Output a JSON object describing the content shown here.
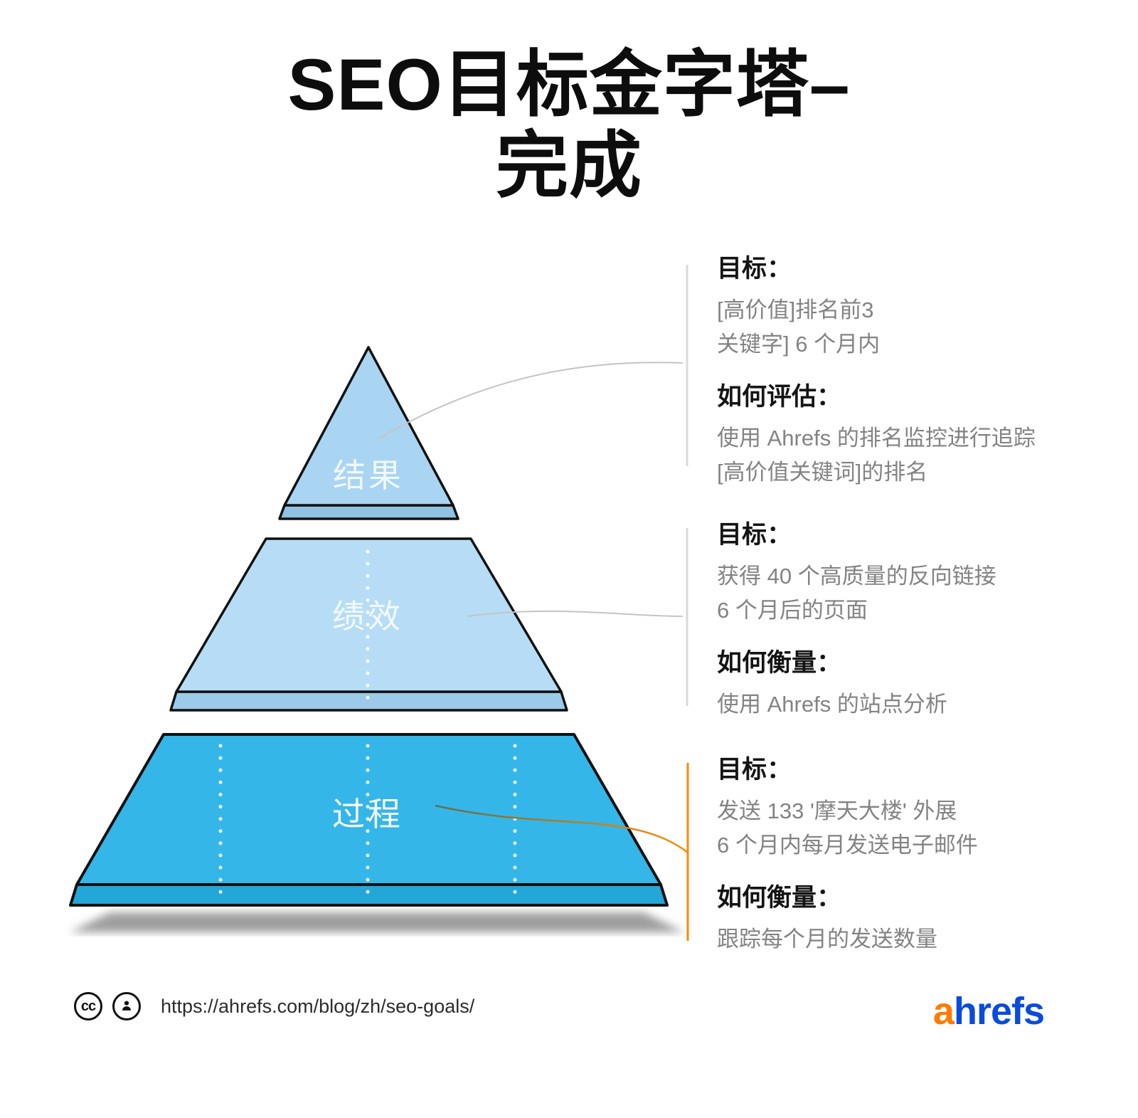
{
  "title": {
    "line1": "SEO目标金字塔–",
    "line2": "完成"
  },
  "pyramid": {
    "tiers": [
      {
        "label": "结果"
      },
      {
        "label": "绩效"
      },
      {
        "label": "过程"
      }
    ]
  },
  "annotations": [
    {
      "goal_label": "目标：",
      "goal_lines": [
        "[高价值]排名前3",
        "关键字] 6 个月内"
      ],
      "measure_label": "如何评估：",
      "measure_lines": [
        "使用 Ahrefs 的排名监控进行追踪",
        "[高价值关键词]的排名"
      ]
    },
    {
      "goal_label": "目标：",
      "goal_lines": [
        "获得 40 个高质量的反向链接",
        "6 个月后的页面"
      ],
      "measure_label": "如何衡量：",
      "measure_lines": [
        "使用 Ahrefs 的站点分析"
      ]
    },
    {
      "goal_label": "目标：",
      "goal_lines": [
        "发送 133 '摩天大楼' 外展",
        "6 个月内每月发送电子邮件"
      ],
      "measure_label": "如何衡量：",
      "measure_lines": [
        "跟踪每个月的发送数量"
      ]
    }
  ],
  "footer": {
    "cc_icon": "cc",
    "url": "https://ahrefs.com/blog/zh/seo-goals/",
    "logo_a": "a",
    "logo_rest": "hrefs"
  },
  "colors": {
    "tier_top": "#a9d5f2",
    "tier_mid": "#b7ddf6",
    "tier_bottom": "#35b6e9",
    "accent_orange": "#ff8a00",
    "logo_orange": "#ff7a00",
    "logo_blue": "#0a4bdc",
    "connector_gray": "#c4c4c4"
  }
}
